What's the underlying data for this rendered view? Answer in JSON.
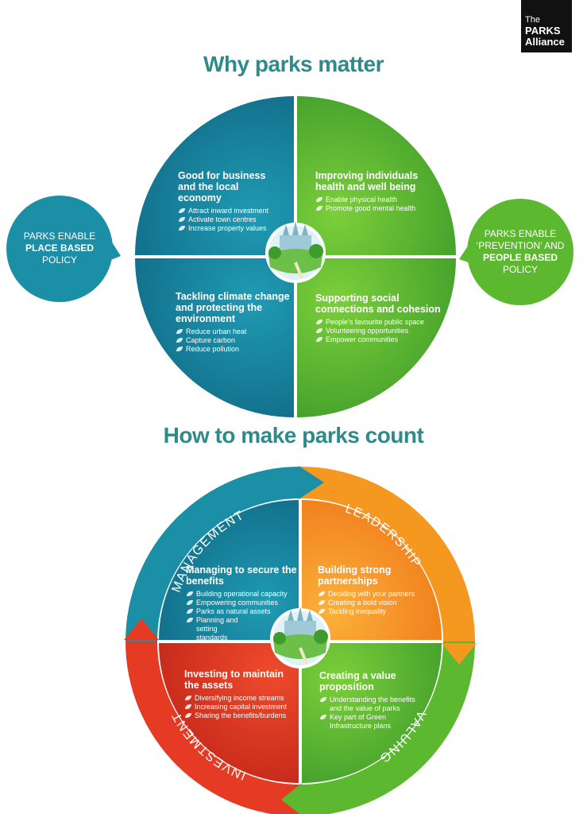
{
  "logo": {
    "line1": "The",
    "line2": "PARKS",
    "line3": "Alliance"
  },
  "top": {
    "title": "Why parks matter",
    "left_bubble": {
      "line1": "PARKS ENABLE",
      "line2": "PLACE BASED",
      "line3": "POLICY"
    },
    "right_bubble": {
      "line1": "PARKS ENABLE",
      "line2": "‘PREVENTION’ AND",
      "line3": "PEOPLE BASED",
      "line4": "POLICY"
    },
    "quadrants": [
      {
        "title": "Good for business and the local economy",
        "items": [
          "Attract inward investment",
          "Activate town centres",
          "Increase property values"
        ]
      },
      {
        "title": "Improving individuals health and well being",
        "items": [
          "Enable physical health",
          "Promote good mental health"
        ]
      },
      {
        "title": "Tackling climate change and protecting the environment",
        "items": [
          "Reduce urban heat",
          "Capture carbon",
          "Reduce pollution"
        ]
      },
      {
        "title": "Supporting social connections and cohesion",
        "items": [
          "People’s favourite public space",
          "Volunteering opportunities",
          "Empower communities"
        ]
      }
    ]
  },
  "bottom": {
    "title": "How to make parks count",
    "ring_labels": {
      "management": "MANAGEMENT",
      "leadership": "LEADERSHIP",
      "valuing": "VALUING",
      "investment": "INVESTMENT"
    },
    "quadrants": [
      {
        "title": "Managing to secure the benefits",
        "items": [
          "Building operational capacity",
          "Empowering communities",
          "Parks as natural assets",
          "Planning and setting standards"
        ]
      },
      {
        "title": "Building strong partnerships",
        "items": [
          "Deciding with your partners",
          "Creating a bold vision",
          "Tackling inequality"
        ]
      },
      {
        "title": "Investing to maintain the assets",
        "items": [
          "Diversifying income streams",
          "Increasing capital investment",
          "Sharing the benefits/burdens"
        ]
      },
      {
        "title": "Creating a value proposition",
        "items": [
          "Understanding the benefits and the value of parks",
          "Key part of Green Infrastructure plans"
        ]
      }
    ]
  },
  "colors": {
    "teal": "#1a8fa6",
    "green": "#5cb82f",
    "orange": "#f5981f",
    "red": "#e53b24",
    "heading": "#2f8a8a"
  }
}
